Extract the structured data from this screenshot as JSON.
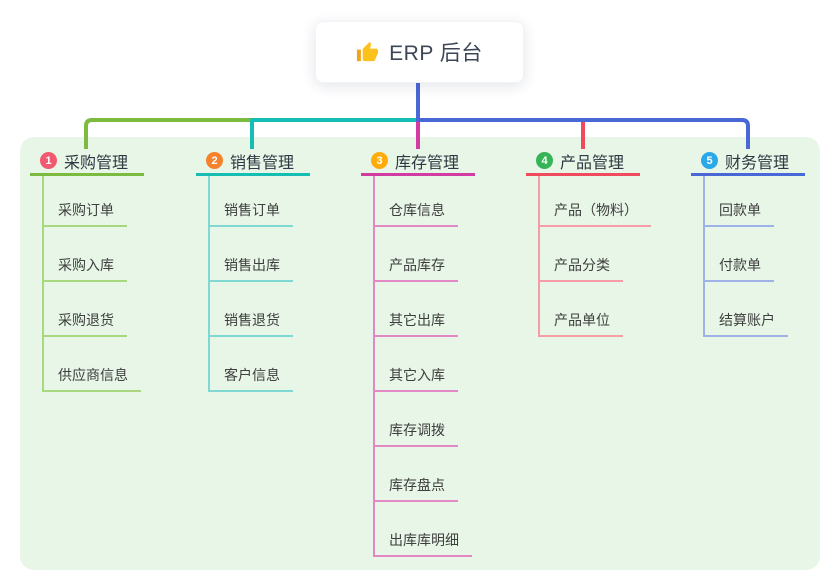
{
  "root": {
    "title": "ERP 后台",
    "icon": "thumbs-up"
  },
  "colors": {
    "page_bg": "#ffffff",
    "panel_bg": "#e7f6e7",
    "root_line": "#4a67d8",
    "root_text": "#3c4654",
    "header_text": "#2f3842",
    "child_text": "#3e3e3e",
    "thumb_yellow": "#fcc21b"
  },
  "branches": [
    {
      "badge": "1",
      "label": "采购管理",
      "line_color": "#7cbb3f",
      "child_line_color": "#a9d77f",
      "badge_color": "#f0596f",
      "children": [
        "采购订单",
        "采购入库",
        "采购退货",
        "供应商信息"
      ]
    },
    {
      "badge": "2",
      "label": "销售管理",
      "line_color": "#16bdb2",
      "child_line_color": "#7fd8d1",
      "badge_color": "#f6822c",
      "children": [
        "销售订单",
        "销售出库",
        "销售退货",
        "客户信息"
      ]
    },
    {
      "badge": "3",
      "label": "库存管理",
      "line_color": "#d13ba2",
      "child_line_color": "#e387c5",
      "badge_color": "#ffac0a",
      "children": [
        "仓库信息",
        "产品库存",
        "其它出库",
        "其它入库",
        "库存调拨",
        "库存盘点",
        "出库库明细"
      ]
    },
    {
      "badge": "4",
      "label": "产品管理",
      "line_color": "#f04a5e",
      "child_line_color": "#f59ca6",
      "badge_color": "#37b457",
      "children": [
        "产品（物料）",
        "产品分类",
        "产品单位"
      ]
    },
    {
      "badge": "5",
      "label": "财务管理",
      "line_color": "#4a67d8",
      "child_line_color": "#9fb2e8",
      "badge_color": "#2aa9e8",
      "children": [
        "回款单",
        "付款单",
        "结算账户"
      ]
    }
  ]
}
